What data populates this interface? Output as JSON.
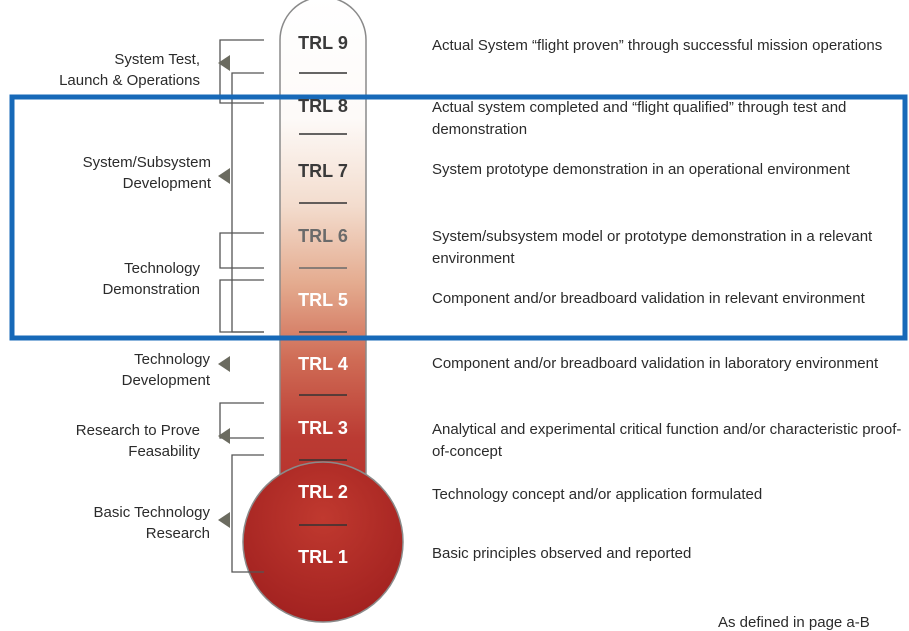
{
  "colors": {
    "highlight_box": "#1769b8",
    "bulb_red": "#b32a26",
    "tube_top": "#ffffff",
    "tube_mid": "#e6ad91",
    "bracket": "#555555",
    "arrow": "#6b6b60"
  },
  "levels": [
    {
      "label": "TRL 9",
      "description": "Actual System “flight proven” through successful mission operations"
    },
    {
      "label": "TRL 8",
      "description": "Actual system completed and “flight qualified” through test and demonstration"
    },
    {
      "label": "TRL 7",
      "description": "System prototype demonstration in an operational environment"
    },
    {
      "label": "TRL 6",
      "description": "System/subsystem model or prototype demonstration in a relevant environment"
    },
    {
      "label": "TRL 5",
      "description": "Component and/or breadboard validation in relevant environment"
    },
    {
      "label": "TRL 4",
      "description": "Component and/or breadboard validation in laboratory environment"
    },
    {
      "label": "TRL 3",
      "description": "Analytical and experimental critical function and/or characteristic proof-of-concept"
    },
    {
      "label": "TRL 2",
      "description": "Technology concept and/or application formulated"
    },
    {
      "label": "TRL 1",
      "description": "Basic principles observed and reported"
    }
  ],
  "phases": [
    {
      "line1": "System Test,",
      "line2": "Launch & Operations"
    },
    {
      "line1": "System/Subsystem",
      "line2": "Development"
    },
    {
      "line1": "Technology",
      "line2": "Demonstration"
    },
    {
      "line1": "Technology",
      "line2": "Development"
    },
    {
      "line1": "Research to Prove",
      "line2": "Feasability"
    },
    {
      "line1": "Basic Technology",
      "line2": "Research"
    }
  ],
  "footnote": "As defined in page a-B"
}
